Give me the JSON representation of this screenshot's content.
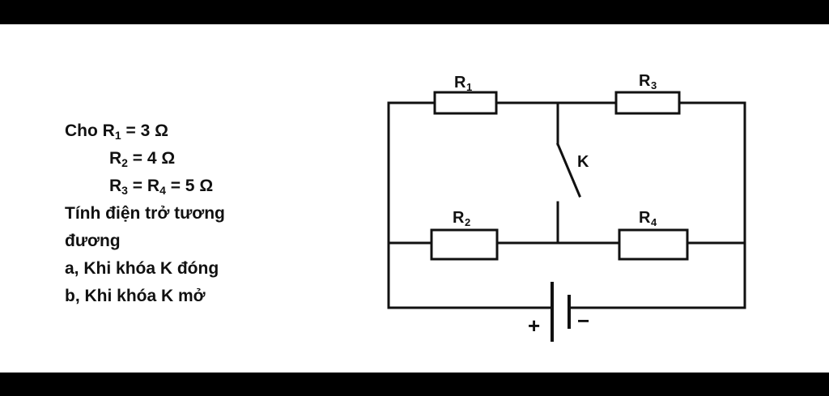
{
  "problem": {
    "intro": "Cho",
    "r1_sym": "R",
    "r1_sub": "1",
    "r1_value": " = 3 ",
    "r2_sym": "R",
    "r2_sub": "2",
    "r2_value": " = 4 ",
    "r3_sym": "R",
    "r3_sub": "3",
    "r3_mid": " = ",
    "r4_sym": "R",
    "r4_sub": "4",
    "r4_value": " = 5 ",
    "ohm": "Ω",
    "question_line1": "Tính điện trở tương",
    "question_line2": "đương",
    "part_a": "a, Khi khóa K đóng",
    "part_b": "b, Khi khóa K mở"
  },
  "circuit": {
    "r1": {
      "sym": "R",
      "sub": "1"
    },
    "r2": {
      "sym": "R",
      "sub": "2"
    },
    "r3": {
      "sym": "R",
      "sub": "3"
    },
    "r4": {
      "sym": "R",
      "sub": "4"
    },
    "switch_label": "K",
    "battery_plus": "+",
    "battery_minus": "−"
  }
}
